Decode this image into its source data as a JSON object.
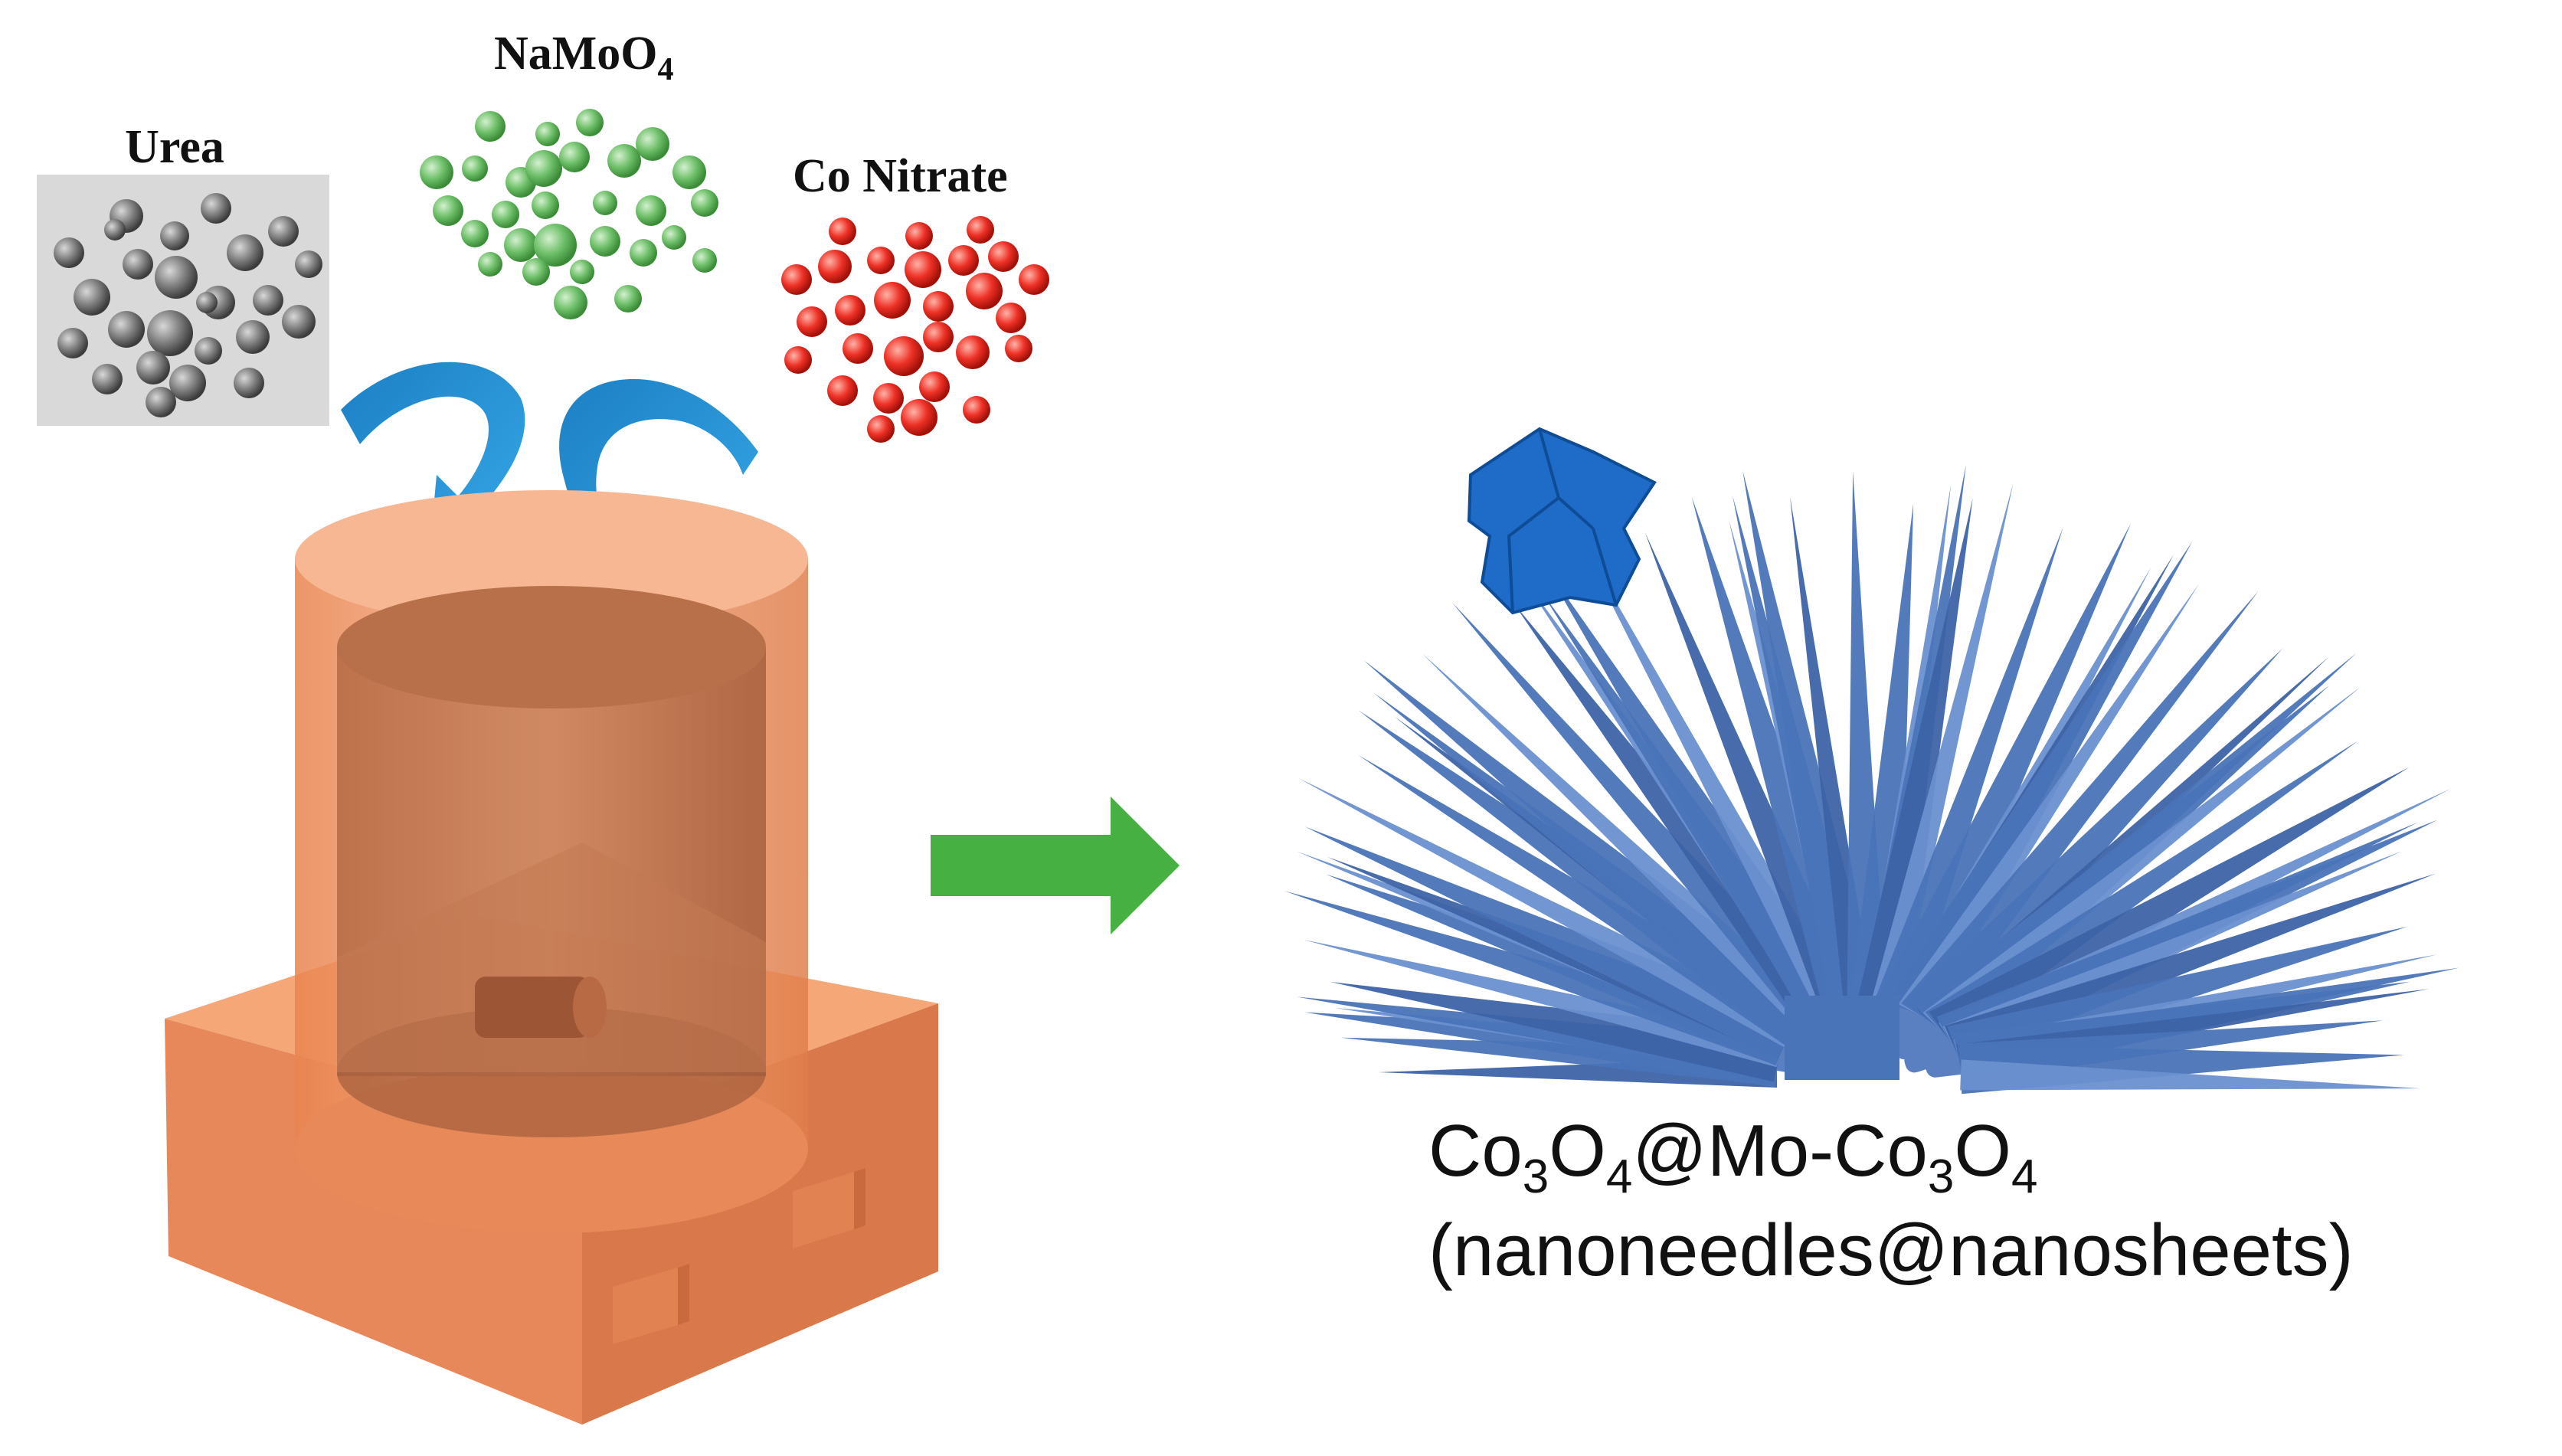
{
  "reagents": {
    "urea": {
      "label": "Urea",
      "color": "#7a7a7a"
    },
    "namoo4": {
      "label_main": "NaMoO",
      "label_sub": "4",
      "color": "#5fb45c"
    },
    "co_nitrate": {
      "label": "Co Nitrate",
      "color": "#e8261d"
    }
  },
  "colors": {
    "flow_arrow": "#2a8fd0",
    "process_arrow": "#47b043",
    "autoclave": "#f29a6a",
    "needles": "#4a74b8",
    "nanosheet": "#1f6cc8"
  },
  "product": {
    "formula_parts": {
      "p1": "Co",
      "p1_sub": "3",
      "p2": "O",
      "p2_sub": "4",
      "p3": "@Mo-Co",
      "p3_sub": "3",
      "p4": "O",
      "p4_sub": "4"
    },
    "description": "(nanoneedles@nanosheets)"
  }
}
